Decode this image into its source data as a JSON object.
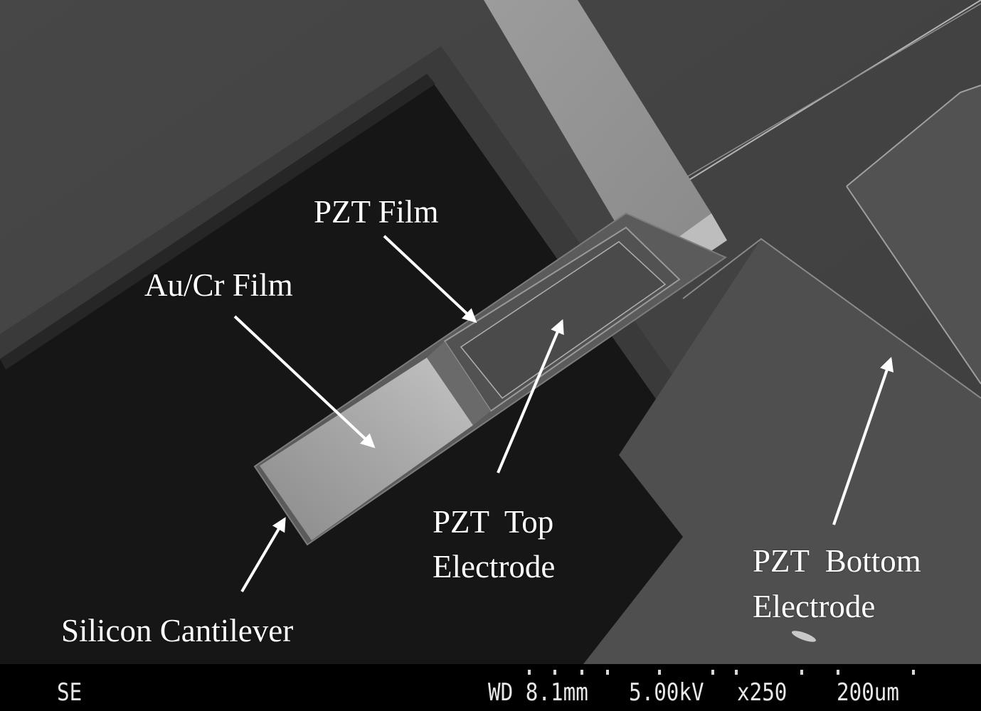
{
  "labels": {
    "pzt_film": "PZT Film",
    "au_cr_film": "Au/Cr Film",
    "pzt_top_electrode_line1": "PZT  Top",
    "pzt_top_electrode_line2": "Electrode",
    "pzt_bottom_electrode_line1": "PZT  Bottom",
    "pzt_bottom_electrode_line2": "Electrode",
    "silicon_cantilever": "Silicon Cantilever"
  },
  "info_bar": {
    "mode": "SE",
    "working_distance": "WD 8.1mm",
    "voltage": "5.00kV",
    "magnification": "x250",
    "scale_bar": "200um"
  },
  "colors": {
    "background": "#3c3c3c",
    "cavity": "#161616",
    "label_text": "#ffffff",
    "info_bar": "#000000"
  }
}
